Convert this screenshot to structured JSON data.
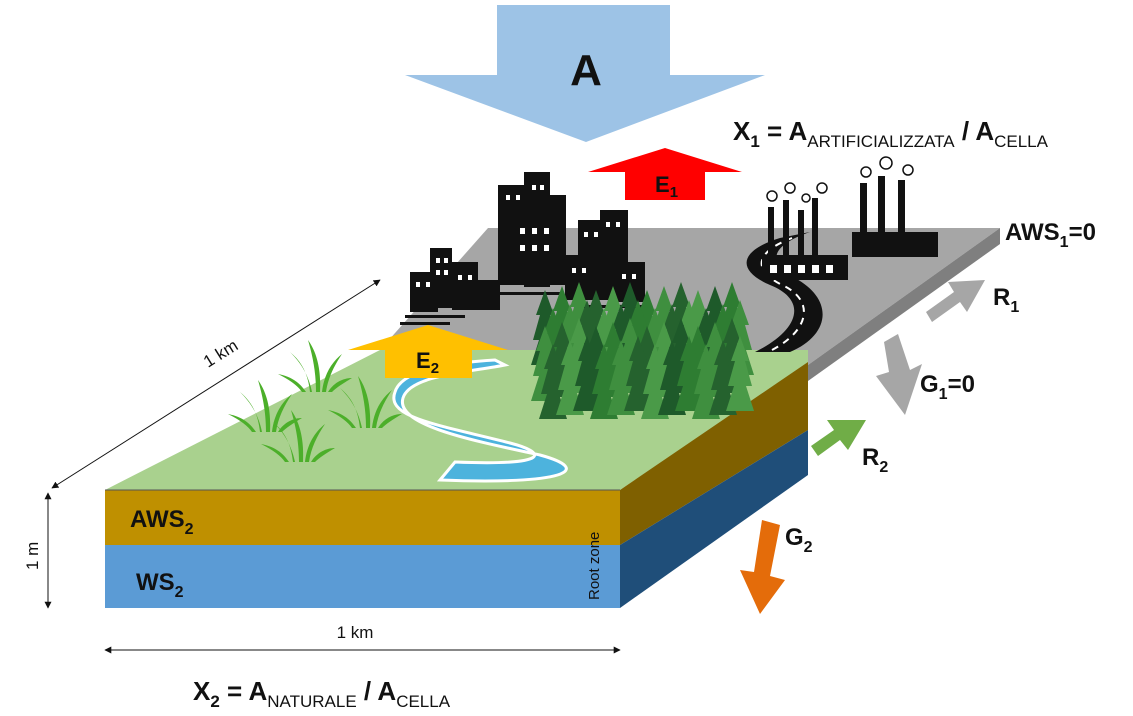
{
  "labels": {
    "a": "A",
    "e1": "E",
    "e1_sub": "1",
    "e2": "E",
    "e2_sub": "2",
    "aws1": "AWS",
    "aws1_sub": "1",
    "aws1_tail": "=0",
    "r1": "R",
    "r1_sub": "1",
    "g1": "G",
    "g1_sub": "1",
    "g1_tail": "=0",
    "r2": "R",
    "r2_sub": "2",
    "g2": "G",
    "g2_sub": "2",
    "aws2": "AWS",
    "aws2_sub": "2",
    "ws2": "WS",
    "ws2_sub": "2",
    "root_zone": "Root zone",
    "dim_top": "1 km",
    "dim_bottom": "1 km",
    "dim_side": "1 m"
  },
  "formulas": {
    "x1": "X",
    "x1_sub": "1",
    "x1_eq": " = A",
    "x1_num": "ARTIFICIALIZZATA",
    "x1_div": " / A",
    "x1_den": "CELLA",
    "x2": "X",
    "x2_sub": "2",
    "x2_eq": " = A",
    "x2_num": "NATURALE",
    "x2_div": " / A",
    "x2_den": "CELLA"
  },
  "colors": {
    "precip_arrow": "#9dc3e6",
    "e1_arrow": "#ff0000",
    "e2_arrow": "#ffc000",
    "urban_surface": "#a6a6a6",
    "natural_surface": "#a9d18e",
    "aws_layer": "#bf9000",
    "ws_layer": "#5b9bd5",
    "r1_arrow": "#a6a6a6",
    "g1_arrow": "#a6a6a6",
    "r2_arrow": "#70ad47",
    "g2_arrow": "#e46c0a",
    "river": "#4db3dd"
  }
}
